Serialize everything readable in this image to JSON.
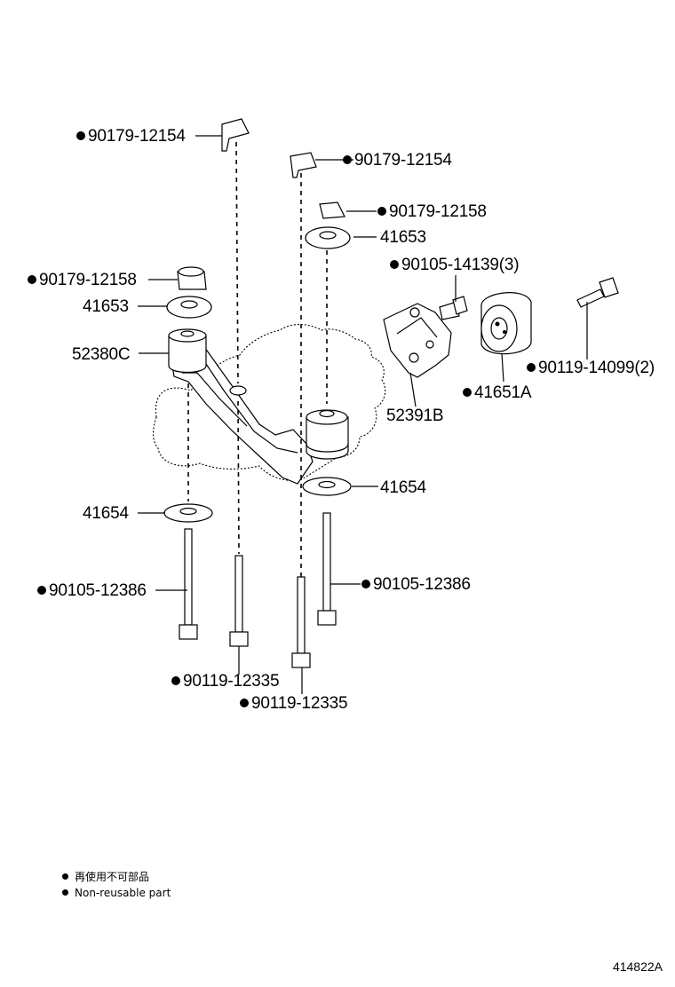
{
  "parts": {
    "p1": {
      "label": "90179-12154",
      "non_reusable": true
    },
    "p2": {
      "label": "90179-12154",
      "non_reusable": true
    },
    "p3": {
      "label": "90179-12158",
      "non_reusable": true
    },
    "p4": {
      "label": "41653",
      "non_reusable": false
    },
    "p5": {
      "label": "90105-14139(3)",
      "non_reusable": true
    },
    "p6": {
      "label": "90179-12158",
      "non_reusable": true
    },
    "p7": {
      "label": "41653",
      "non_reusable": false
    },
    "p8": {
      "label": "52380C",
      "non_reusable": false
    },
    "p9": {
      "label": "90119-14099(2)",
      "non_reusable": true
    },
    "p10": {
      "label": "41651A",
      "non_reusable": true
    },
    "p11": {
      "label": "52391B",
      "non_reusable": false
    },
    "p12": {
      "label": "41654",
      "non_reusable": false
    },
    "p13": {
      "label": "41654",
      "non_reusable": false
    },
    "p14": {
      "label": "90105-12386",
      "non_reusable": true
    },
    "p15": {
      "label": "90105-12386",
      "non_reusable": true
    },
    "p16": {
      "label": "90119-12335",
      "non_reusable": true
    },
    "p17": {
      "label": "90119-12335",
      "non_reusable": true
    }
  },
  "legend": {
    "line1": "再使用不可部品",
    "line2": "Non-reusable part"
  },
  "diagram_code": "414822A"
}
